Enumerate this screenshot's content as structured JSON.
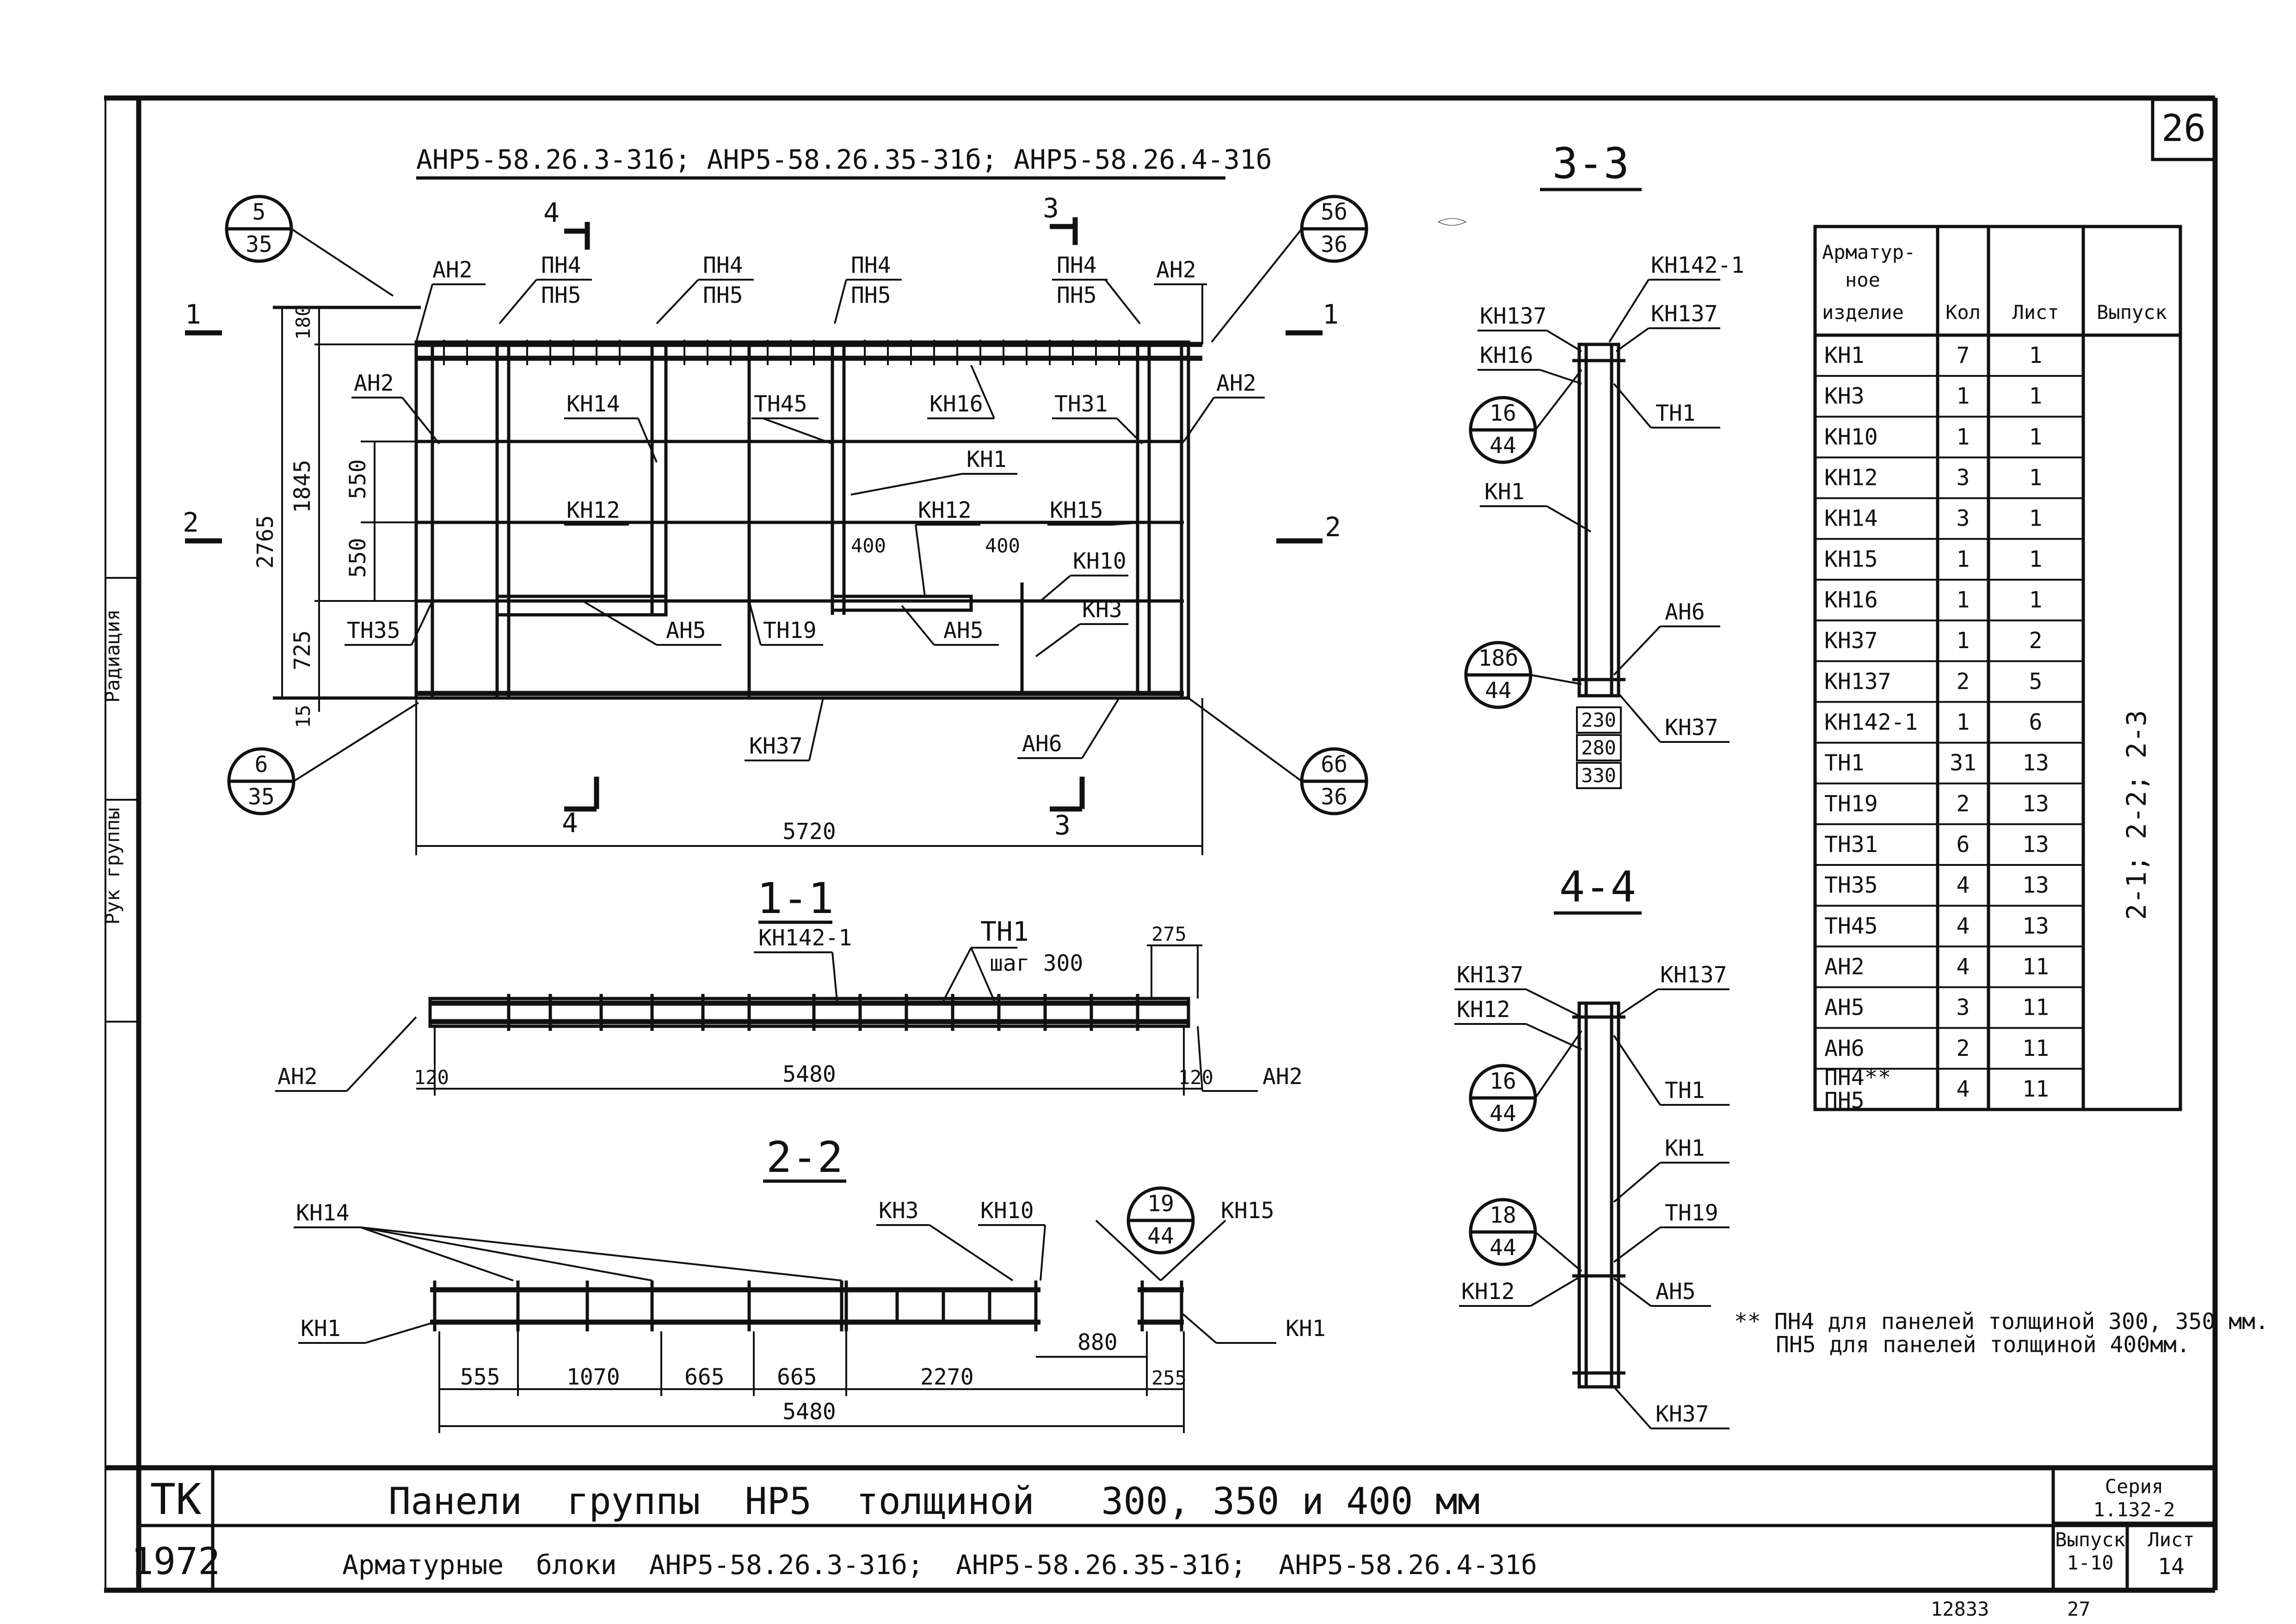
{
  "sheet_number": "26",
  "title_top": "АНР5-58.26.3-31б;  АНР5-58.26.35-31б;  АНР5-58.26.4-31б",
  "plan": {
    "marker_5_35": {
      "top": "5",
      "bottom": "35"
    },
    "marker_5b_36": {
      "top": "5б",
      "bottom": "36"
    },
    "marker_6_35": {
      "top": "6",
      "bottom": "35"
    },
    "marker_6b_36": {
      "top": "6б",
      "bottom": "36"
    },
    "cut_4": "4",
    "cut_3": "3",
    "cut_1": "1",
    "cut_2": "2",
    "labels": {
      "an2_a": "АН2",
      "an2_b": "АН2",
      "an2_c": "АН2",
      "an2_d": "АН2",
      "pn4": "ПН4",
      "pn5": "ПН5",
      "kn14": "КН14",
      "tn45": "ТН45",
      "kn16": "КН16",
      "tn31": "ТН31",
      "kn1": "КН1",
      "kn12": "КН12",
      "kn12b": "КН12",
      "kn15": "КН15",
      "kn10": "КН10",
      "kn3": "КН3",
      "tn35": "ТН35",
      "an5": "АН5",
      "tn19": "ТН19",
      "an5b": "АН5",
      "kn37": "КН37",
      "an6": "АН6"
    },
    "dims": {
      "d180": "180",
      "d1845": "1845",
      "d2765": "2765",
      "d550a": "550",
      "d550b": "550",
      "d725": "725",
      "d15": "15",
      "d400a": "400",
      "d400b": "400",
      "d5720": "5720"
    }
  },
  "section_11": {
    "title": "1-1",
    "kn142": "КН142-1",
    "tn1": "ТН1",
    "step": "шаг 300",
    "d275": "275",
    "an2_l": "АН2",
    "an2_r": "АН2",
    "d120a": "120",
    "d120b": "120",
    "d5480": "5480"
  },
  "section_22": {
    "title": "2-2",
    "kn14": "КН14",
    "kn3": "КН3",
    "kn10": "КН10",
    "kn15": "КН15",
    "marker": {
      "top": "19",
      "bottom": "44"
    },
    "kn1_l": "КН1",
    "kn1_r": "КН1",
    "dims": [
      "555",
      "1070",
      "665",
      "665",
      "2270"
    ],
    "d880": "880",
    "d255": "255",
    "d5480": "5480"
  },
  "section_33": {
    "title": "3-3",
    "kn142": "КН142-1",
    "kn137a": "КН137",
    "kn137b": "КН137",
    "kn16": "КН16",
    "tn1": "ТН1",
    "marker1": {
      "top": "16",
      "bottom": "44"
    },
    "kn1": "КН1",
    "an6": "АН6",
    "marker2": {
      "top": "18б",
      "bottom": "44"
    },
    "kn37": "КН37",
    "t230": "230",
    "t280": "280",
    "t330": "330"
  },
  "section_44": {
    "title": "4-4",
    "kn137a": "КН137",
    "kn137b": "КН137",
    "kn12": "КН12",
    "tn1": "ТН1",
    "marker1": {
      "top": "16",
      "bottom": "44"
    },
    "kn1": "КН1",
    "tn19": "ТН19",
    "marker2": {
      "top": "18",
      "bottom": "44"
    },
    "kn12b": "КН12",
    "an5": "АН5",
    "kn37": "КН37"
  },
  "table": {
    "headers": [
      "Арматур-\nное\nизделие",
      "Кол",
      "Лист",
      "Выпуск"
    ],
    "rows": [
      [
        "КН1",
        "7",
        "1"
      ],
      [
        "КН3",
        "1",
        "1"
      ],
      [
        "КН10",
        "1",
        "1"
      ],
      [
        "КН12",
        "3",
        "1"
      ],
      [
        "КН14",
        "3",
        "1"
      ],
      [
        "КН15",
        "1",
        "1"
      ],
      [
        "КН16",
        "1",
        "1"
      ],
      [
        "КН37",
        "1",
        "2"
      ],
      [
        "КН137",
        "2",
        "5"
      ],
      [
        "КН142-1",
        "1",
        "6"
      ],
      [
        "ТН1",
        "31",
        "13"
      ],
      [
        "ТН19",
        "2",
        "13"
      ],
      [
        "ТН31",
        "6",
        "13"
      ],
      [
        "ТН35",
        "4",
        "13"
      ],
      [
        "ТН45",
        "4",
        "13"
      ],
      [
        "АН2",
        "4",
        "11"
      ],
      [
        "АН5",
        "3",
        "11"
      ],
      [
        "АН6",
        "2",
        "11"
      ],
      [
        "ПН4**\nПН5",
        "4",
        "11"
      ]
    ],
    "vypusk": "2-1; 2-2; 2-3"
  },
  "note_line1": "** ПН4 для панелей толщиной 300, 350 мм.",
  "note_line2": "ПН5 для панелей толщиной 400мм.",
  "side_labels": {
    "radiation": "Радиация",
    "ruk": "Рук группы"
  },
  "stamp": {
    "tk": "ТК",
    "year": "1972",
    "title1": "Панели  группы  НР5  толщиной   300, 350 и 400 мм",
    "title2": "Арматурные  блоки  АНР5-58.26.3-31б;  АНР5-58.26.35-31б;  АНР5-58.26.4-31б",
    "seria_label": "Серия",
    "seria_value": "1.132-2",
    "vypusk_label": "Выпуск",
    "vypusk_value": "1-10",
    "list_label": "Лист",
    "list_value": "14"
  },
  "bottom_numbers": {
    "inv": "12833",
    "page": "27"
  }
}
